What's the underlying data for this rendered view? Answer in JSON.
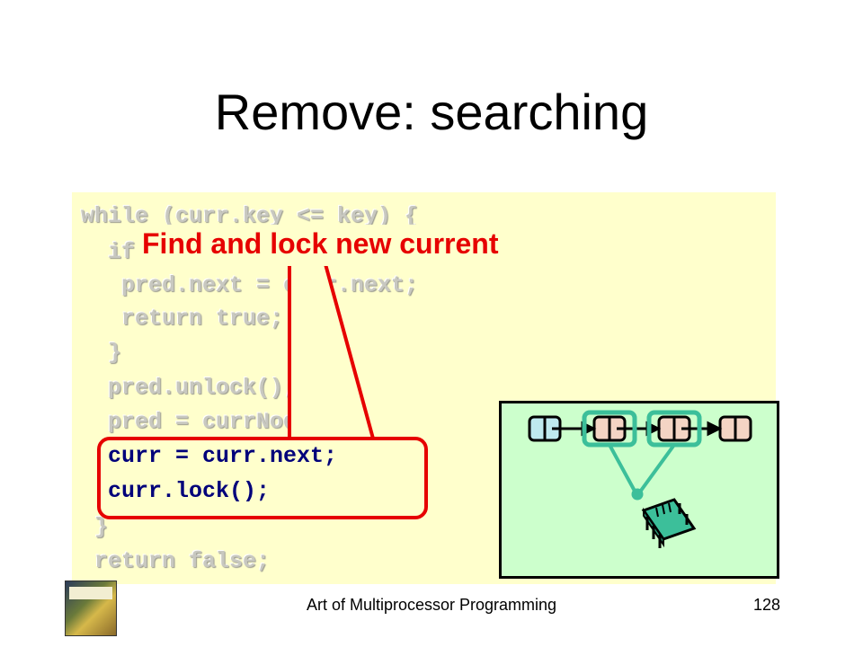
{
  "slide": {
    "title": "Remove: searching",
    "callout": "Find and lock new current"
  },
  "code": {
    "lines": [
      "while (curr.key <= key) {",
      "  if (item == curr.item) {",
      "   pred.next = curr.next;",
      "   return true;",
      "  }",
      "  pred.unlock();",
      "  pred = currNode;",
      "  curr = curr.next;",
      "  curr.lock();",
      " }",
      " return false;"
    ],
    "highlighted_lines": [
      7,
      8
    ]
  },
  "diagram": {
    "node_count": 4,
    "locked_nodes": [
      1,
      2
    ],
    "colors": {
      "first_node": "#bfe9ef",
      "node": "#f4d4c4",
      "lock_ring": "#3cbf9a",
      "background": "#ccffcc",
      "callout": "#e60000"
    },
    "icons": [
      "lock-ring-icon",
      "thread-chip-icon"
    ]
  },
  "footer": {
    "text": "Art of Multiprocessor Programming",
    "page": "128",
    "book_cover_title": [
      "THE ART",
      "of",
      "MULTIPROCESSOR",
      "PROGRAMMING"
    ]
  }
}
